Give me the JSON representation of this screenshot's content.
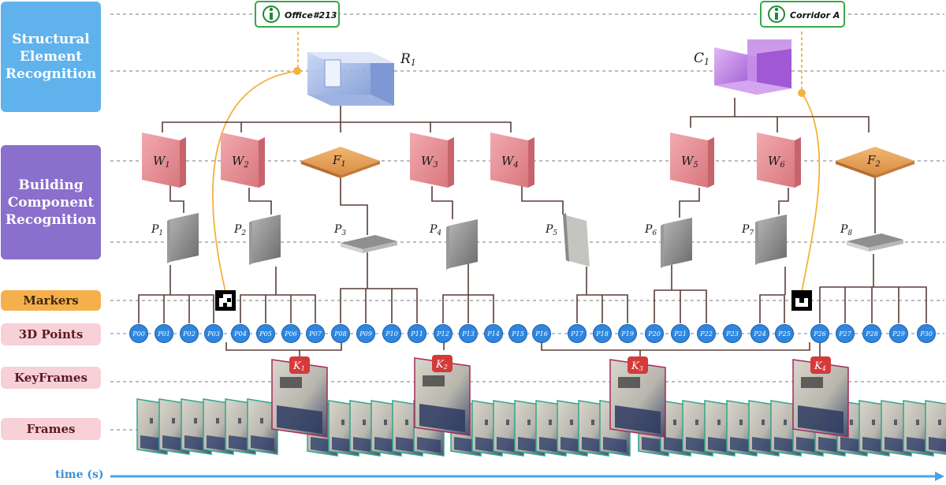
{
  "layers": {
    "structural": "Structural Element Recognition",
    "building": "Building Component Recognition",
    "markers": "Markers",
    "points": "3D Points",
    "keyframes": "KeyFrames",
    "frames": "Frames"
  },
  "structures": [
    {
      "id": "R",
      "sub": "1",
      "tag": "Office#213"
    },
    {
      "id": "C",
      "sub": "1",
      "tag": "Corridor A"
    }
  ],
  "components": [
    {
      "id": "W",
      "sub": "1",
      "kind": "wall"
    },
    {
      "id": "W",
      "sub": "2",
      "kind": "wall"
    },
    {
      "id": "F",
      "sub": "1",
      "kind": "floor"
    },
    {
      "id": "W",
      "sub": "3",
      "kind": "wall"
    },
    {
      "id": "W",
      "sub": "4",
      "kind": "wall"
    },
    {
      "id": "W",
      "sub": "5",
      "kind": "wall"
    },
    {
      "id": "W",
      "sub": "6",
      "kind": "wall"
    },
    {
      "id": "F",
      "sub": "2",
      "kind": "floor"
    }
  ],
  "planes": [
    {
      "id": "P",
      "sub": "1"
    },
    {
      "id": "P",
      "sub": "2"
    },
    {
      "id": "P",
      "sub": "3"
    },
    {
      "id": "P",
      "sub": "4"
    },
    {
      "id": "P",
      "sub": "5"
    },
    {
      "id": "P",
      "sub": "6"
    },
    {
      "id": "P",
      "sub": "7"
    },
    {
      "id": "P",
      "sub": "8"
    }
  ],
  "points": [
    "P00",
    "P01",
    "P02",
    "P03",
    "P04",
    "P05",
    "P06",
    "P07",
    "P08",
    "P09",
    "P10",
    "P11",
    "P12",
    "P13",
    "P14",
    "P15",
    "P16",
    "P17",
    "P18",
    "P19",
    "P20",
    "P21",
    "P22",
    "P23",
    "P24",
    "P25",
    "P26",
    "P27",
    "P28",
    "P29",
    "P30"
  ],
  "keyframes": [
    {
      "id": "K",
      "sub": "1"
    },
    {
      "id": "K",
      "sub": "2"
    },
    {
      "id": "K",
      "sub": "3"
    },
    {
      "id": "K",
      "sub": "4"
    }
  ],
  "time_axis": "time (s)",
  "colors": {
    "structural": "#5fb2ec",
    "building": "#8a6fcc",
    "markers": "#f5b04c",
    "row_pink": "#f8d0d8",
    "wall": "#e58e94",
    "floor": "#e9a45c",
    "room": "#9bb3e0",
    "corridor": "#b880dc",
    "point": "#2f86df",
    "keyframe": "#d43a3a",
    "link": "#5a3d38",
    "marker_link": "#f3b23e",
    "tag": "#38a84a",
    "frame_border": "#2fa88a",
    "kf_border": "#a8285c",
    "axis": "#4aa3e6"
  }
}
